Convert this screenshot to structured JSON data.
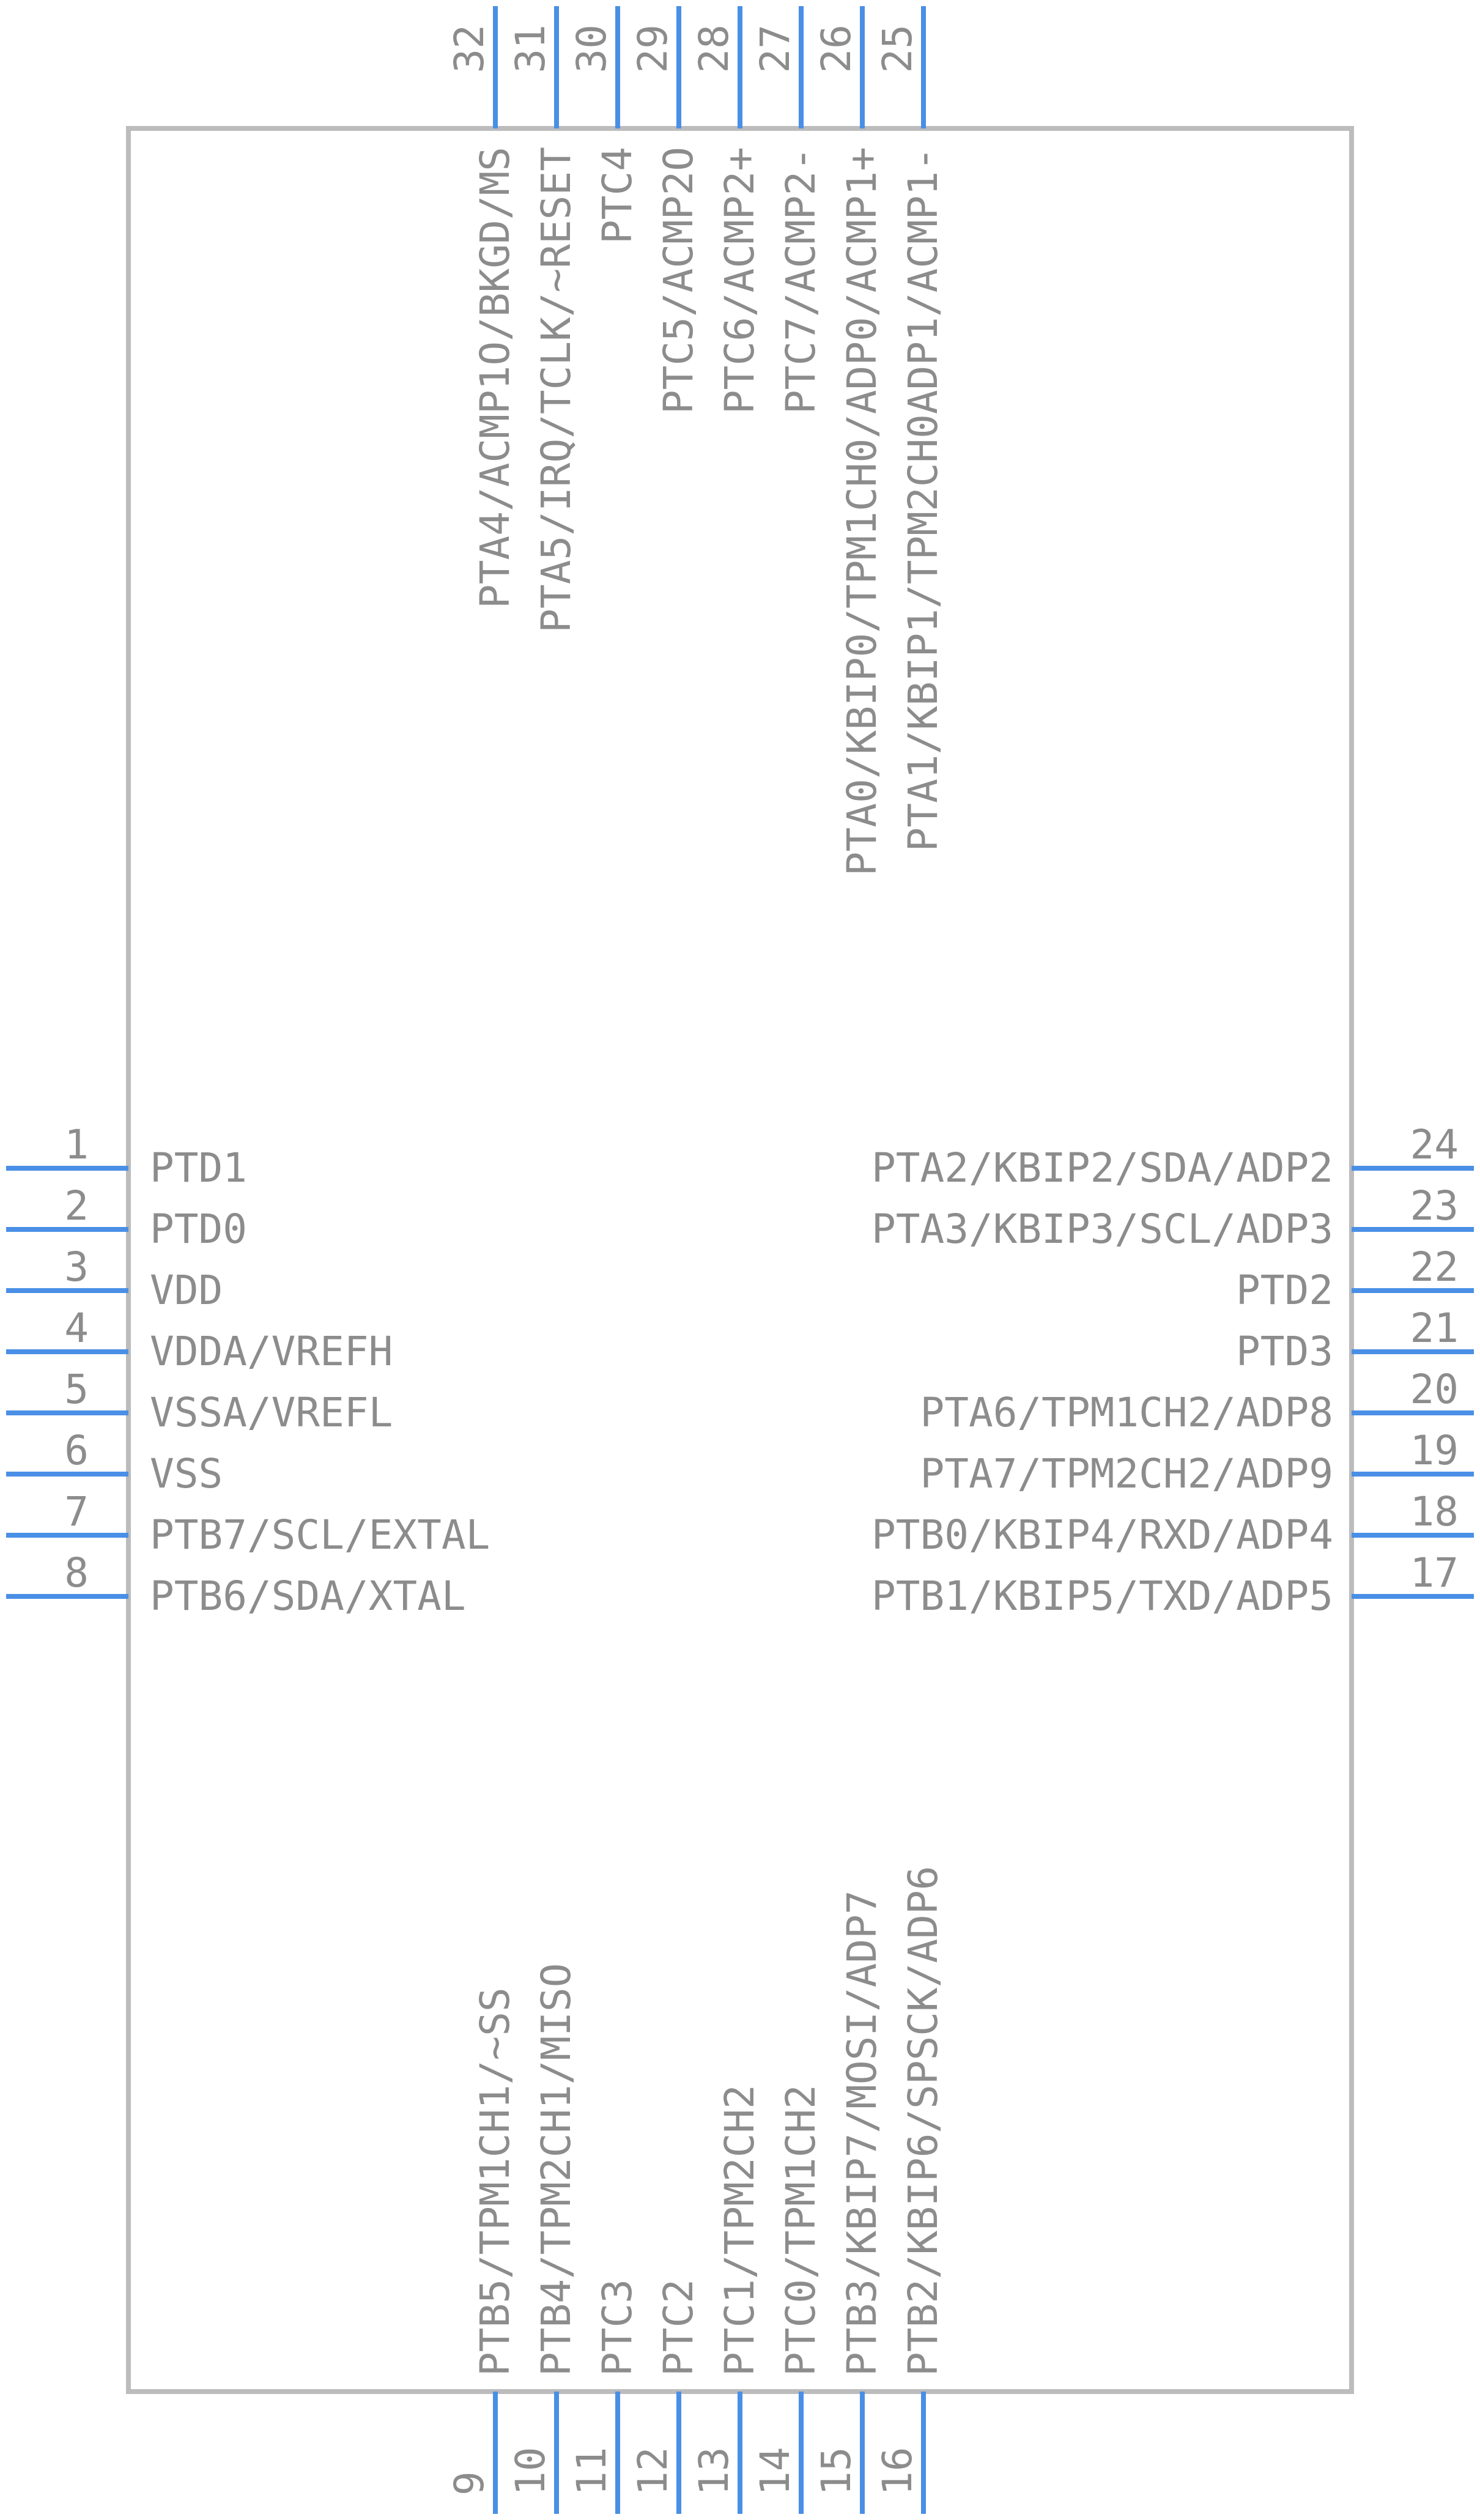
{
  "colors": {
    "body_stroke": "#bcbcbc",
    "pin": "#4a8fe6",
    "text": "#8c8c8c",
    "background": "#ffffff"
  },
  "pins": {
    "left": [
      {
        "num": "1",
        "name": "PTD1"
      },
      {
        "num": "2",
        "name": "PTD0"
      },
      {
        "num": "3",
        "name": "VDD"
      },
      {
        "num": "4",
        "name": "VDDA/VREFH"
      },
      {
        "num": "5",
        "name": "VSSA/VREFL"
      },
      {
        "num": "6",
        "name": "VSS"
      },
      {
        "num": "7",
        "name": "PTB7/SCL/EXTAL"
      },
      {
        "num": "8",
        "name": "PTB6/SDA/XTAL"
      }
    ],
    "right": [
      {
        "num": "24",
        "name": "PTA2/KBIP2/SDA/ADP2"
      },
      {
        "num": "23",
        "name": "PTA3/KBIP3/SCL/ADP3"
      },
      {
        "num": "22",
        "name": "PTD2"
      },
      {
        "num": "21",
        "name": "PTD3"
      },
      {
        "num": "20",
        "name": "PTA6/TPM1CH2/ADP8"
      },
      {
        "num": "19",
        "name": "PTA7/TPM2CH2/ADP9"
      },
      {
        "num": "18",
        "name": "PTB0/KBIP4/RXD/ADP4"
      },
      {
        "num": "17",
        "name": "PTB1/KBIP5/TXD/ADP5"
      }
    ],
    "top": [
      {
        "num": "32",
        "name": "PTA4/ACMP1O/BKGD/MS"
      },
      {
        "num": "31",
        "name": "PTA5/IRQ/TCLK/~RESET"
      },
      {
        "num": "30",
        "name": "PTC4"
      },
      {
        "num": "29",
        "name": "PTC5/ACMP2O"
      },
      {
        "num": "28",
        "name": "PTC6/ACMP2+"
      },
      {
        "num": "27",
        "name": "PTC7/ACMP2-"
      },
      {
        "num": "26",
        "name": "PTA0/KBIP0/TPM1CH0/ADP0/ACMP1+"
      },
      {
        "num": "25",
        "name": "PTA1/KBIP1/TPM2CH0ADP1/ACMP1-"
      }
    ],
    "bottom": [
      {
        "num": "9",
        "name": "PTB5/TPM1CH1/~SS"
      },
      {
        "num": "10",
        "name": "PTB4/TPM2CH1/MISO"
      },
      {
        "num": "11",
        "name": "PTC3"
      },
      {
        "num": "12",
        "name": "PTC2"
      },
      {
        "num": "13",
        "name": "PTC1/TPM2CH2"
      },
      {
        "num": "14",
        "name": "PTC0/TPM1CH2"
      },
      {
        "num": "15",
        "name": "PTB3/KBIP7/MOSI/ADP7"
      },
      {
        "num": "16",
        "name": "PTB2/KBIP6/SPSCK/ADP6"
      }
    ]
  }
}
